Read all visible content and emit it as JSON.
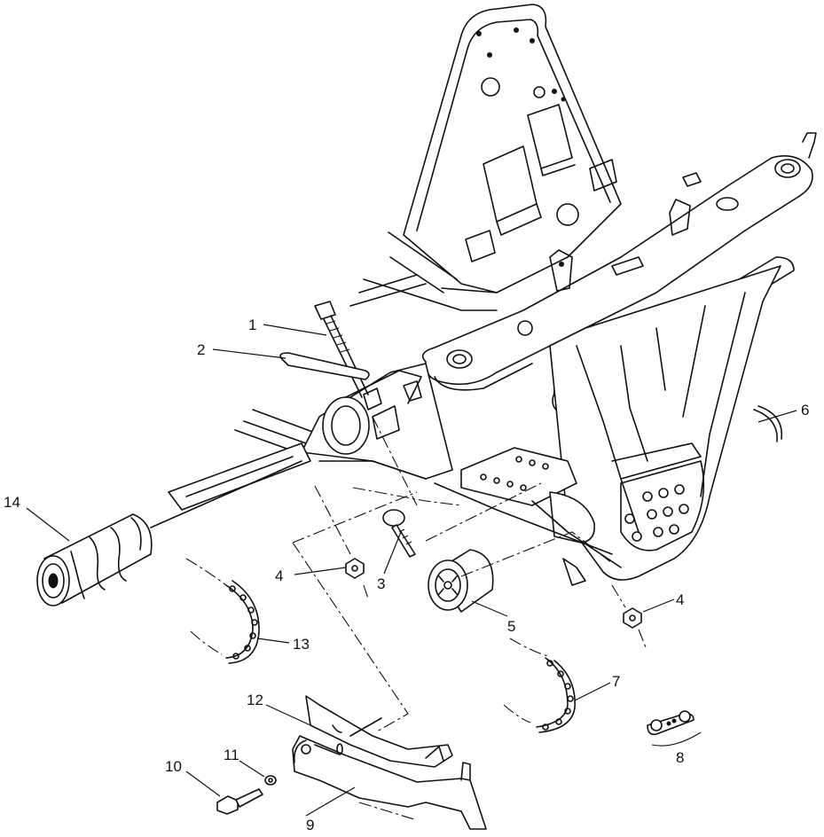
{
  "diagram": {
    "part_callouts": [
      "1",
      "2",
      "3",
      "4",
      "4",
      "5",
      "6",
      "7",
      "8",
      "9",
      "10",
      "11",
      "12",
      "13",
      "14"
    ]
  }
}
